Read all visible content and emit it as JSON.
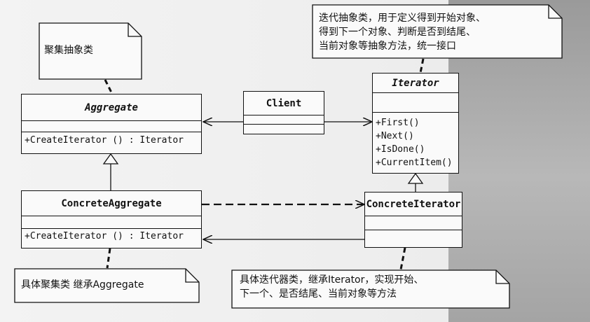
{
  "notes": {
    "aggregate_note": "聚集抽象类",
    "iterator_note": [
      "迭代抽象类，用于定义得到开始对象、",
      "得到下一个对象、判断是否到结尾、",
      "当前对象等抽象方法，统一接口"
    ],
    "concrete_aggregate_note": "具体聚集类 继承Aggregate",
    "concrete_iterator_note": [
      "具体迭代器类，继承Iterator，实现开始、",
      "下一个、是否结尾、当前对象等方法"
    ]
  },
  "classes": {
    "aggregate": {
      "name": "Aggregate",
      "method": "+CreateIterator () : Iterator"
    },
    "client": {
      "name": "Client"
    },
    "iterator": {
      "name": "Iterator",
      "methods": [
        "+First()",
        "+Next()",
        "+IsDone()",
        "+CurrentItem()"
      ]
    },
    "concrete_aggregate": {
      "name": "ConcreteAggregate",
      "method": "+CreateIterator () : Iterator"
    },
    "concrete_iterator": {
      "name": "ConcreteIterator"
    }
  },
  "colors": {
    "line": "#111111",
    "box": "#fafafa"
  }
}
